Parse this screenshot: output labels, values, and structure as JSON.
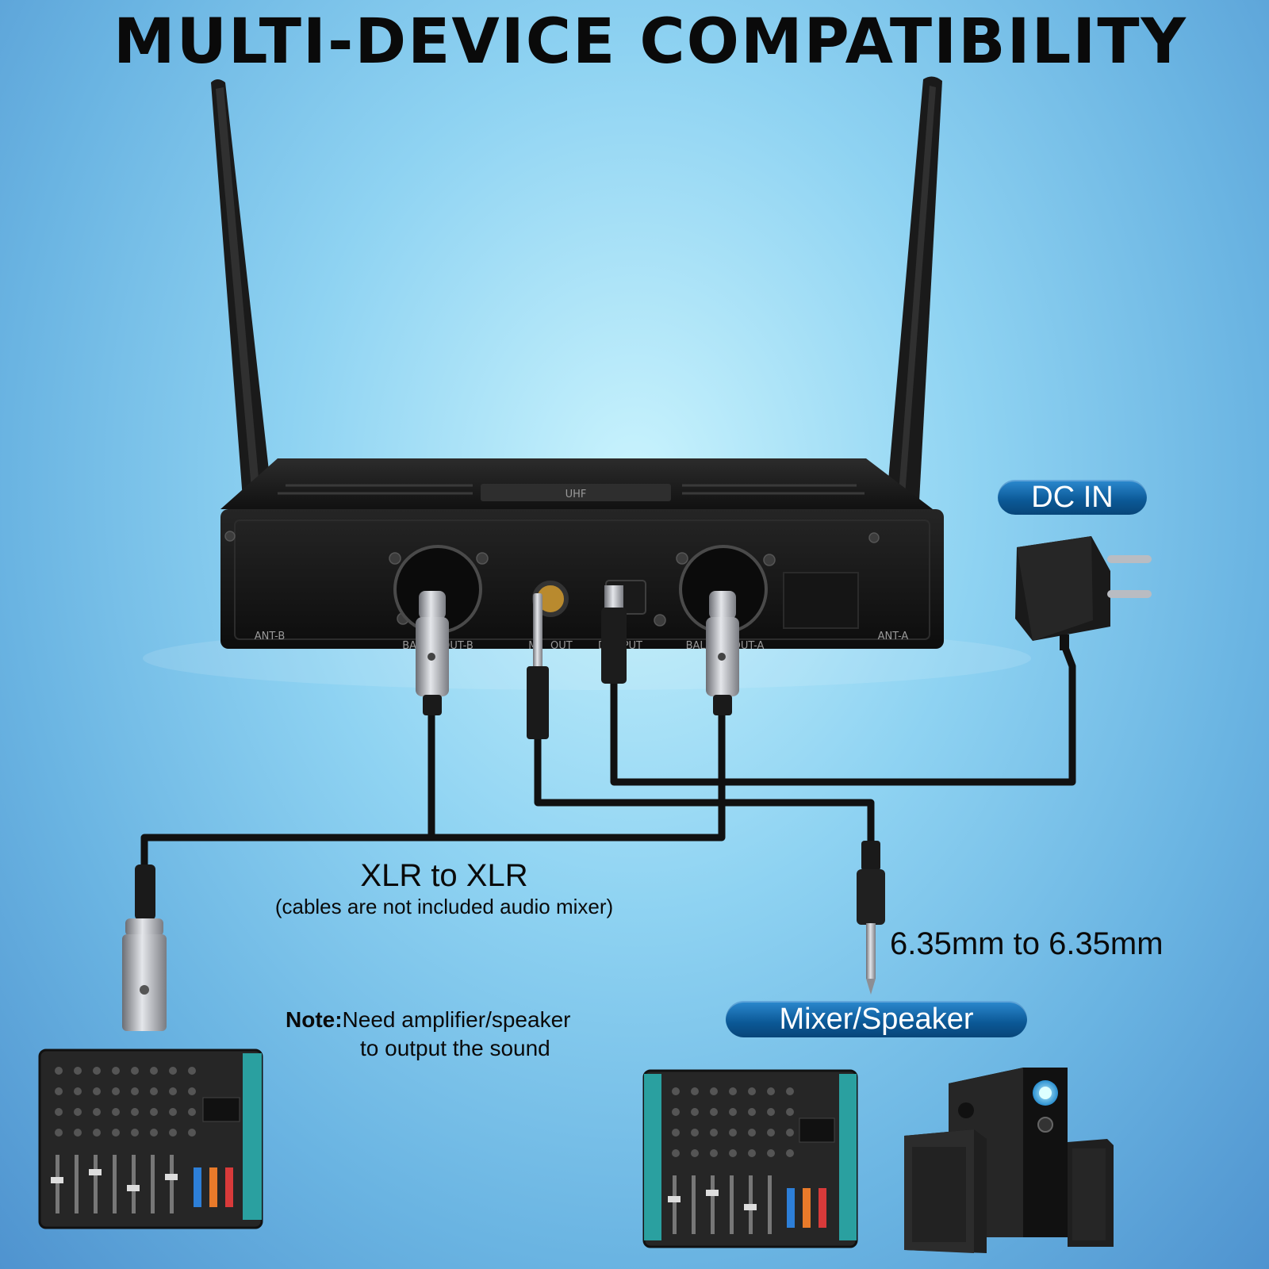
{
  "headline": "MULTI-DEVICE COMPATIBILITY",
  "badges": {
    "dc_in": "DC IN",
    "mixer_speaker": "Mixer/Speaker"
  },
  "cables": {
    "xlr_title": "XLR to XLR",
    "xlr_note": "(cables are not included audio mixer)",
    "jack_title": "6.35mm to 6.35mm"
  },
  "note": {
    "label": "Note:",
    "line1": "Need amplifier/speaker",
    "line2": "to output the sound"
  },
  "receiver_panel": {
    "top_label": "UHF",
    "ant_b": "ANT-B",
    "ant_a": "ANT-A",
    "out_b": "BAL      OUT-B",
    "mix_out": "M    OUT",
    "dc_input": "D     PUT",
    "out_a": "BALA      OUT-A"
  },
  "colors": {
    "pill": "#0b5896",
    "receiver": "#1c1c1c",
    "cable": "#111111",
    "connector": "#a8aab0",
    "mixer_trim": "#2aa0a0"
  }
}
